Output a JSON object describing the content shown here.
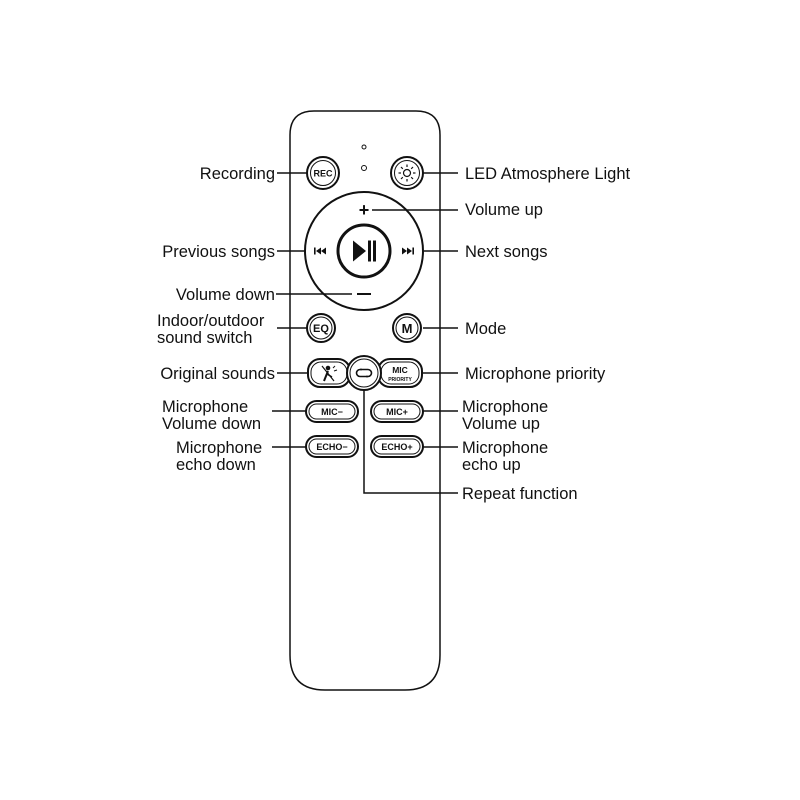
{
  "labels": {
    "recording": "Recording",
    "led_light": "LED Atmosphere Light",
    "volume_up": "Volume up",
    "previous_songs": "Previous songs",
    "next_songs": "Next songs",
    "volume_down": "Volume down",
    "indoor_outdoor_1": "Indoor/outdoor",
    "indoor_outdoor_2": "sound switch",
    "mode": "Mode",
    "original_sounds": "Original sounds",
    "mic_priority": "Microphone priority",
    "mic_vol_down_1": "Microphone",
    "mic_vol_down_2": "Volume down",
    "mic_vol_up_1": "Microphone",
    "mic_vol_up_2": "Volume up",
    "echo_down_1": "Microphone",
    "echo_down_2": "echo down",
    "echo_up_1": "Microphone",
    "echo_up_2": "echo up",
    "repeat": "Repeat function"
  },
  "buttons": {
    "rec": "REC",
    "plus": "+",
    "minus": "−",
    "eq": "EQ",
    "m": "M",
    "mic_priority_1": "MIC",
    "mic_priority_2": "PRIORITY",
    "mic_minus": "MIC−",
    "mic_plus": "MIC+",
    "echo_minus": "ECHO−",
    "echo_plus": "ECHO+"
  }
}
